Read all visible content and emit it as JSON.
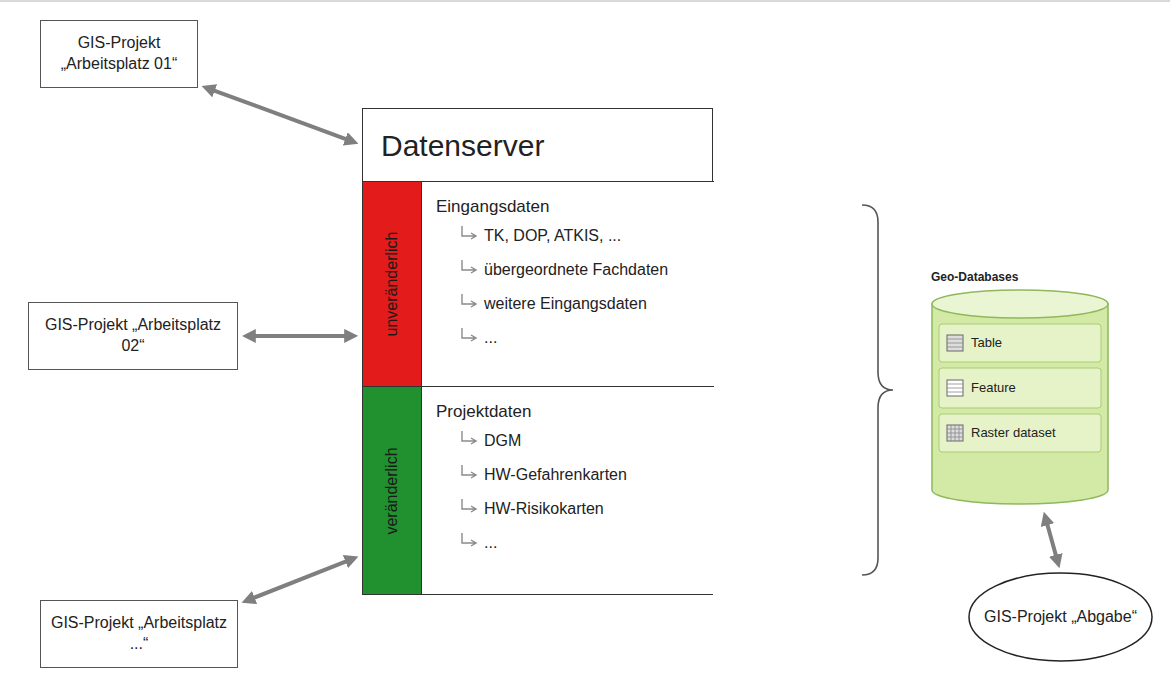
{
  "diagram": {
    "nodes": [
      {
        "text": [
          "GIS-Projekt „Arbeitsplatz 01“"
        ]
      },
      {
        "text": [
          "Datenserver"
        ]
      },
      {
        "text": [
          "unveränderlich"
        ],
        "in": 1
      },
      {
        "text": [
          "Eingangsdaten",
          "TK, DOP, ATKIS, ...",
          "übergeordnete Fachdaten",
          "weitere Eingangsdaten",
          "..."
        ],
        "in": 1
      },
      {
        "text": [
          "veränderlich"
        ],
        "in": 1
      },
      {
        "text": [
          "Projektdaten",
          "DGM",
          "HW-Gefahrenkarten",
          "HW-Risikokarten",
          "..."
        ],
        "in": 1
      },
      {
        "text": [
          "GIS-Projekt „Arbeitsplatz 02“"
        ]
      },
      {
        "text": [
          "GIS-Projekt „Arbeitsplatz ...“"
        ]
      },
      {
        "text": [
          "Geo-Databases",
          "Table",
          "Feature",
          "Raster dataset"
        ]
      },
      {
        "text": [
          "GIS-Projekt „Abgabe“"
        ]
      }
    ],
    "edges": [
      {
        "from": 0,
        "to": 1,
        "arrow": "both"
      },
      {
        "from": 6,
        "to": 1,
        "arrow": "both"
      },
      {
        "from": 7,
        "to": 1,
        "arrow": "both"
      },
      {
        "from": 8,
        "to": 9,
        "arrow": "both"
      }
    ]
  }
}
